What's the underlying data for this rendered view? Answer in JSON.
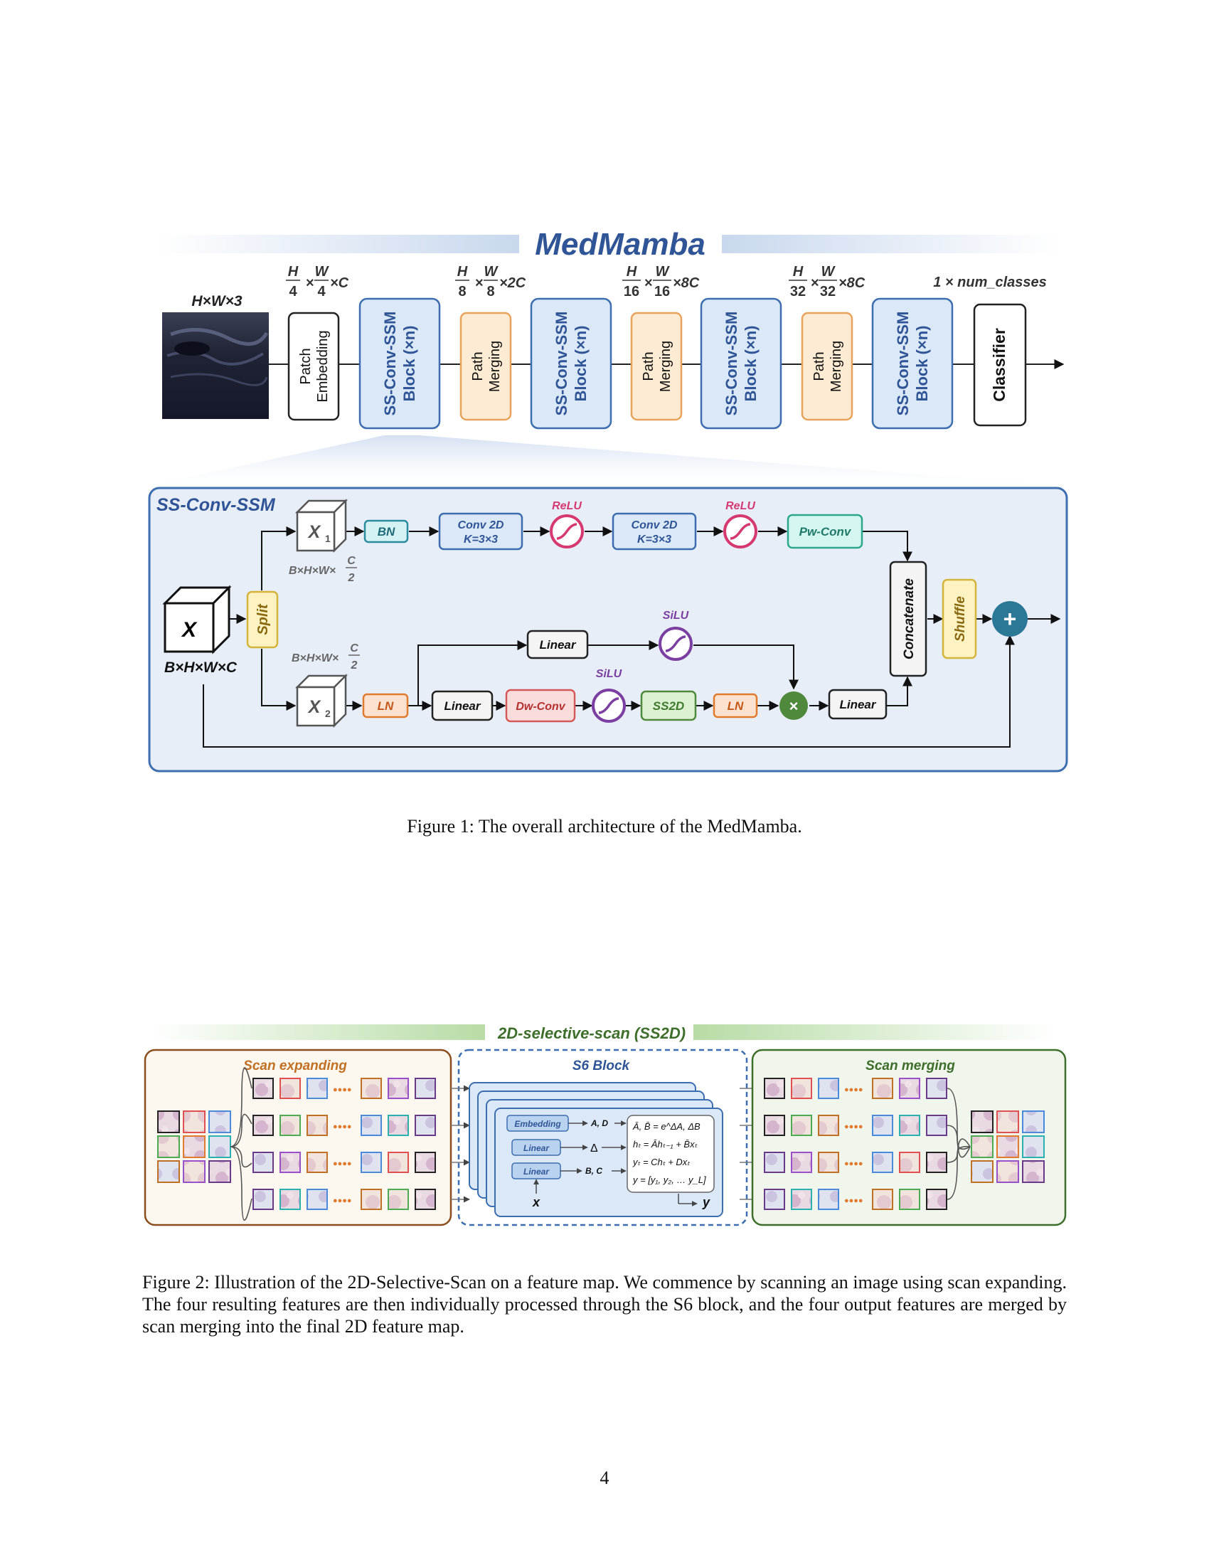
{
  "figure1": {
    "title": "MedMamba",
    "input_shape": "H×W×3",
    "dims": [
      {
        "h_num": "H",
        "h_den": "4",
        "w_num": "W",
        "w_den": "4",
        "suffix": "×C"
      },
      {
        "h_num": "H",
        "h_den": "8",
        "w_num": "W",
        "w_den": "8",
        "suffix": "×2C"
      },
      {
        "h_num": "H",
        "h_den": "16",
        "w_num": "W",
        "w_den": "16",
        "suffix": "×8C"
      },
      {
        "h_num": "H",
        "h_den": "32",
        "w_num": "W",
        "w_den": "32",
        "suffix": "×8C"
      }
    ],
    "output_shape": "1 × num_classes",
    "pipeline": [
      {
        "line1": "Patch",
        "line2": "Embedding",
        "kind": "white"
      },
      {
        "line1": "SS-Conv-SSM",
        "line2": "Block (×n)",
        "kind": "blue"
      },
      {
        "line1": "Path",
        "line2": "Merging",
        "kind": "orange"
      },
      {
        "line1": "SS-Conv-SSM",
        "line2": "Block (×n)",
        "kind": "blue"
      },
      {
        "line1": "Path",
        "line2": "Merging",
        "kind": "orange"
      },
      {
        "line1": "SS-Conv-SSM",
        "line2": "Block (×n)",
        "kind": "blue"
      },
      {
        "line1": "Path",
        "line2": "Merging",
        "kind": "orange"
      },
      {
        "line1": "SS-Conv-SSM",
        "line2": "Block (×n)",
        "kind": "blue"
      },
      {
        "line1": "Classifier",
        "line2": "",
        "kind": "white"
      }
    ],
    "block_title": "SS-Conv-SSM",
    "x_label": "X",
    "x_shape": "B×H×W×C",
    "x1_label": "X",
    "x1_sub": "1",
    "x2_label": "X",
    "x2_sub": "2",
    "half_shape": "B×H×W×",
    "half_num": "C",
    "half_den": "2",
    "split": "Split",
    "bn": "BN",
    "conv1_l1": "Conv 2D",
    "conv1_l2": "K=3×3",
    "conv2_l1": "Conv 2D",
    "conv2_l2": "K=3×3",
    "relu1": "ReLU",
    "relu2": "ReLU",
    "pwconv": "Pw-Conv",
    "linear_top": "Linear",
    "silu_top": "SiLU",
    "ln1": "LN",
    "linear_mid": "Linear",
    "dwconv": "Dw-Conv",
    "silu_mid": "SiLU",
    "ss2d": "SS2D",
    "ln2": "LN",
    "mult": "×",
    "linear_out": "Linear",
    "concatenate": "Concatenate",
    "shuffle": "Shuffle",
    "plus": "+"
  },
  "caption1": "Figure 1: The overall architecture of the MedMamba.",
  "figure2": {
    "title": "2D-selective-scan (SS2D)",
    "scan_expanding": "Scan expanding",
    "s6_block": "S6 Block",
    "scan_merging": "Scan merging",
    "embedding": "Embedding",
    "linear1": "Linear",
    "linear2": "Linear",
    "ad_label": "A, D",
    "delta_label": "Δ",
    "bc_label": "B, C",
    "x_label": "x",
    "y_label": "y",
    "eq1": "Ā, B̄ = e^ΔA, ΔB",
    "eq2": "hₜ = Āhₜ₋₁ + B̄xₜ",
    "eq3": "yₜ = Chₜ + Dxₜ",
    "eq4": "y = [y₁, y₂, … y_L]",
    "dots": "●●●●"
  },
  "caption2": "Figure 2: Illustration of the 2D-Selective-Scan on a feature map. We commence by scanning an image using scan expanding. The four resulting features are then individually processed through the S6 block, and the four output features are merged by scan merging into the final 2D feature map.",
  "page_number": "4",
  "colors": {
    "title_blue": "#2f5597",
    "block_blue_fill": "#dbe8f7",
    "block_blue_stroke": "#3c6eb0",
    "orange_fill": "#fdebd3",
    "orange_stroke": "#e8a45c",
    "relu": "#d63870",
    "silu": "#7a3fa0",
    "teal": "#2b8c9e",
    "green": "#4f8a3c"
  }
}
